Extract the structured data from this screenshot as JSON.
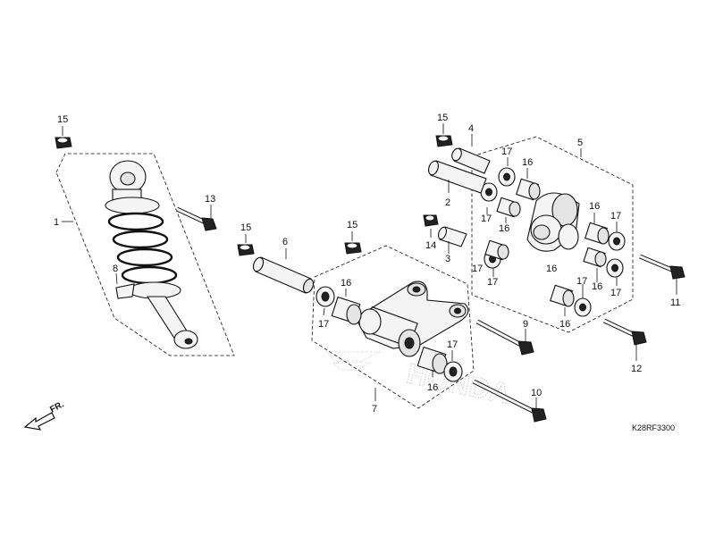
{
  "diagram_code": "K28RF3300",
  "direction_label": "FR.",
  "watermark": "HONDA",
  "callouts": {
    "c1": "1",
    "c2": "2",
    "c3": "3",
    "c4": "4",
    "c5": "5",
    "c6": "6",
    "c7": "7",
    "c8": "8",
    "c9": "9",
    "c10": "10",
    "c11": "11",
    "c12": "12",
    "c13": "13",
    "c14": "14",
    "c15a": "15",
    "c15b": "15",
    "c15c": "15",
    "c15d": "15",
    "c16a": "16",
    "c16b": "16",
    "c16c": "16",
    "c16d": "16",
    "c16e": "16",
    "c16f": "16",
    "c16g": "16",
    "c16h": "16",
    "c17a": "17",
    "c17b": "17",
    "c17c": "17",
    "c17d": "17",
    "c17e": "17",
    "c17f": "17",
    "c17g": "17",
    "c17h": "17",
    "c17i": "17"
  }
}
